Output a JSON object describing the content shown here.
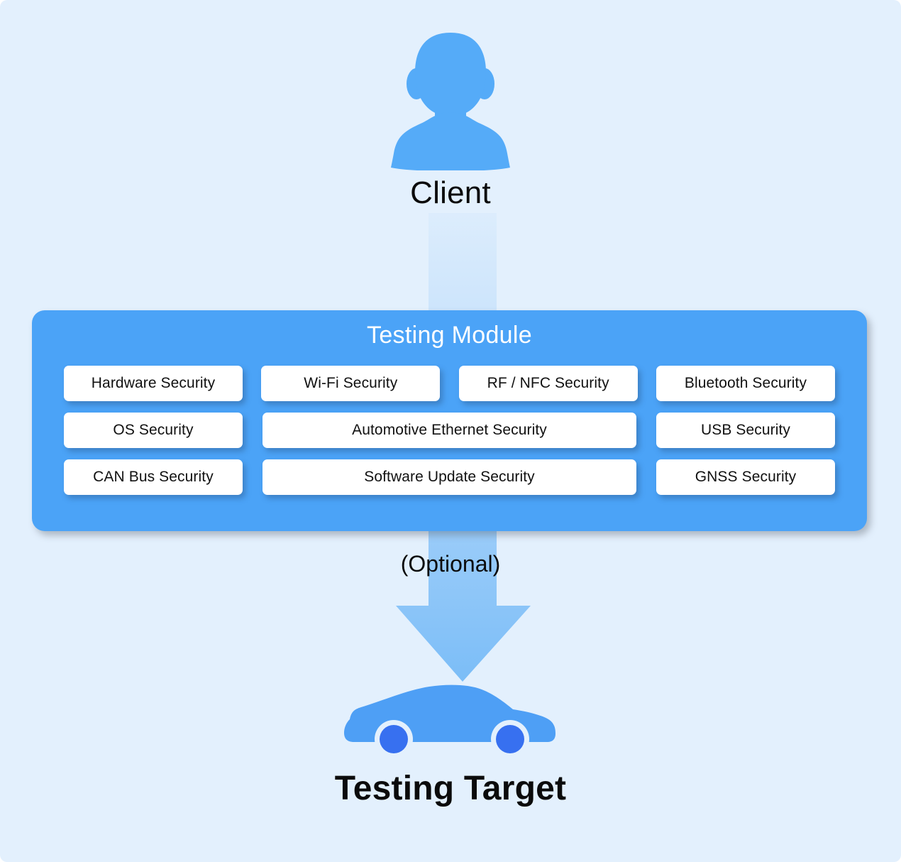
{
  "diagram": {
    "background_color": "#e3f0fd",
    "accent_color": "#4ba3f7",
    "wheel_color": "#3770f0",
    "client": {
      "icon": "person-icon",
      "label": "Client"
    },
    "arrow": {
      "icon": "down-arrow-icon",
      "label": "(Optional)",
      "direction": "down"
    },
    "module": {
      "title": "Testing Module",
      "rows": [
        {
          "tiles": [
            {
              "label": "Hardware Security",
              "span": 1
            },
            {
              "label": "Wi-Fi Security",
              "span": 1
            },
            {
              "label": "RF / NFC Security",
              "span": 1
            },
            {
              "label": "Bluetooth Security",
              "span": 1
            }
          ]
        },
        {
          "tiles": [
            {
              "label": "OS Security",
              "span": 1
            },
            {
              "label": "Automotive Ethernet Security",
              "span": 2
            },
            {
              "label": "USB Security",
              "span": 1
            }
          ]
        },
        {
          "tiles": [
            {
              "label": "CAN Bus Security",
              "span": 1
            },
            {
              "label": "Software Update Security",
              "span": 2
            },
            {
              "label": "GNSS Security",
              "span": 1
            }
          ]
        }
      ]
    },
    "target": {
      "icon": "car-icon",
      "label": "Testing Target"
    }
  }
}
